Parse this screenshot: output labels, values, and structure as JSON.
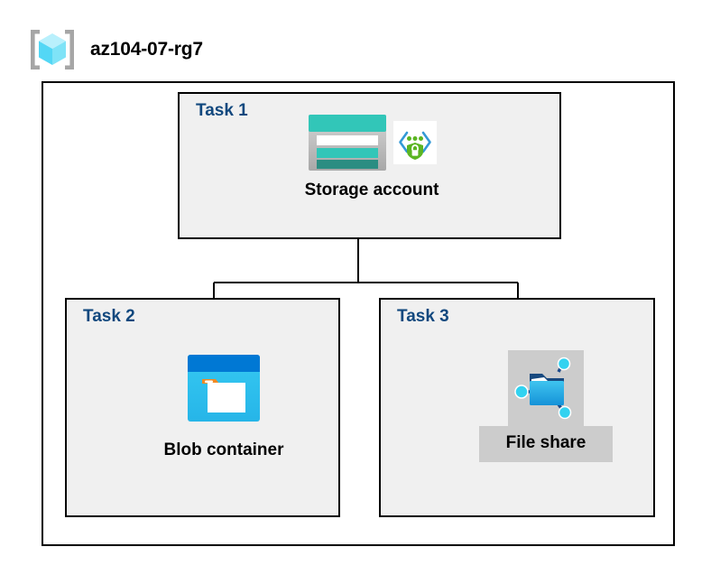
{
  "header": {
    "icon": "resource-group-cube-icon",
    "title": "az104-07-rg7"
  },
  "diagram": {
    "container_name": "az104-07-rg7",
    "tasks": [
      {
        "id": "task-1",
        "label": "Task 1",
        "node": {
          "caption": "Storage account",
          "icons": [
            "storage-account-icon",
            "private-endpoint-lock-icon"
          ],
          "selected": false
        }
      },
      {
        "id": "task-2",
        "label": "Task 2",
        "node": {
          "caption": "Blob container",
          "icons": [
            "blob-container-icon"
          ],
          "selected": false
        }
      },
      {
        "id": "task-3",
        "label": "Task 3",
        "node": {
          "caption": "File share",
          "icons": [
            "file-share-icon"
          ],
          "selected": true
        }
      }
    ],
    "connections": [
      {
        "from": "Storage account",
        "to": "Blob container"
      },
      {
        "from": "Storage account",
        "to": "File share"
      }
    ]
  },
  "colors": {
    "task_label": "#11487e",
    "caption": "#000000",
    "box_fill": "#f0f0f0",
    "box_border": "#000000",
    "container_fill": "#ffffff",
    "selection_highlight": "#cccccc",
    "connector": "#000000",
    "storage_teal": "#32c6b8",
    "storage_teal_dark": "#2b8d82",
    "storage_gray": "#b3b3b3",
    "blob_blue": "#0078d4",
    "blob_cyan": "#32c8f0",
    "blob_orange": "#f28a23",
    "fileshare_blue": "#32b5e5",
    "fileshare_node": "#32d2f0",
    "endpoint_green": "#5bb522",
    "endpoint_blue": "#3399d6",
    "rg_cube_light": "#b9f0fc",
    "rg_cube_mid": "#53d7f5",
    "rg_bracket": "#a6a6a6"
  }
}
